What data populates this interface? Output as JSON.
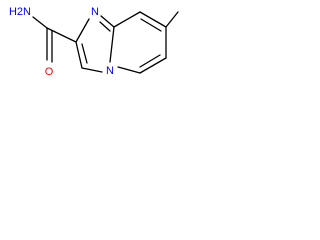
{
  "molecule": {
    "atoms": {
      "amide_n": "H2N",
      "amide_o": "O",
      "ring_n_top": "N",
      "ring_n_bridge": "N"
    },
    "colors": {
      "bond": "#000000",
      "nitrogen": "#0000ff",
      "oxygen": "#ff0000",
      "background": "#ffffff"
    }
  }
}
